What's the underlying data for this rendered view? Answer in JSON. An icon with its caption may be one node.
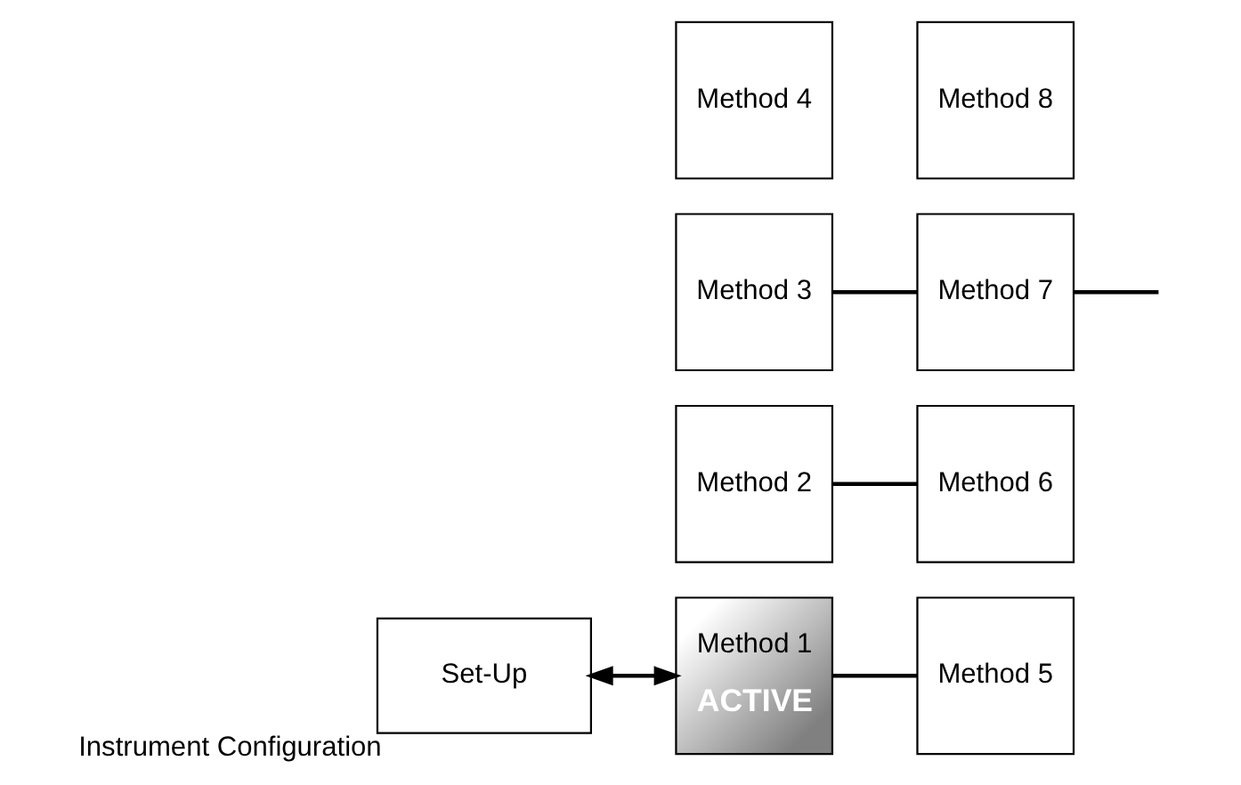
{
  "diagram": {
    "nodes": [
      {
        "text": [
          "Set-Up"
        ],
        "beside": [
          "Instrument Configuration"
        ]
      },
      {
        "text": [
          "Method 1",
          "ACTIVE"
        ]
      },
      {
        "text": [
          "Method 2"
        ]
      },
      {
        "text": [
          "Method 3"
        ]
      },
      {
        "text": [
          "Method 4"
        ]
      },
      {
        "text": [
          "Method 5"
        ]
      },
      {
        "text": [
          "Method 6"
        ]
      },
      {
        "text": [
          "Method 7"
        ]
      },
      {
        "text": [
          "Method 8"
        ]
      }
    ],
    "edges": [
      {
        "from": 0,
        "to": 1,
        "arrow": "both"
      },
      {
        "from": 1,
        "to": 5,
        "arrow": "none"
      },
      {
        "from": 2,
        "to": 6,
        "arrow": "none"
      },
      {
        "from": 3,
        "to": 7,
        "arrow": "none"
      },
      {
        "from": 7,
        "to": null,
        "arrow": "none"
      }
    ]
  }
}
